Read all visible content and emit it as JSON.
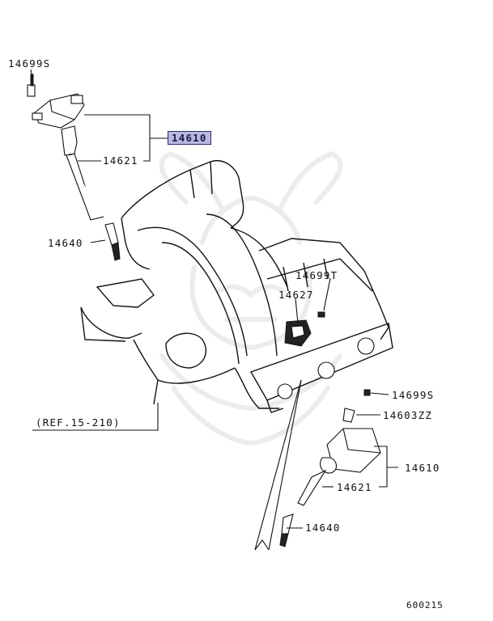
{
  "labels": {
    "bolt_top": "14699S",
    "coil_top": "14610",
    "ext_top": "14621",
    "plug_top": "14640",
    "bolt_t": "14699T",
    "sensor": "14627",
    "ref": "(REF.15-210)",
    "bolt_right": "14699S",
    "bracket": "14603ZZ",
    "coil_right": "14610",
    "ext_right": "14621",
    "plug_right": "14640"
  },
  "diagram_code": "600215",
  "colors": {
    "highlight_fill": "#b9b7df",
    "highlight_border": "#2b2b6b",
    "line": "#111111",
    "watermark": "#ececec"
  }
}
